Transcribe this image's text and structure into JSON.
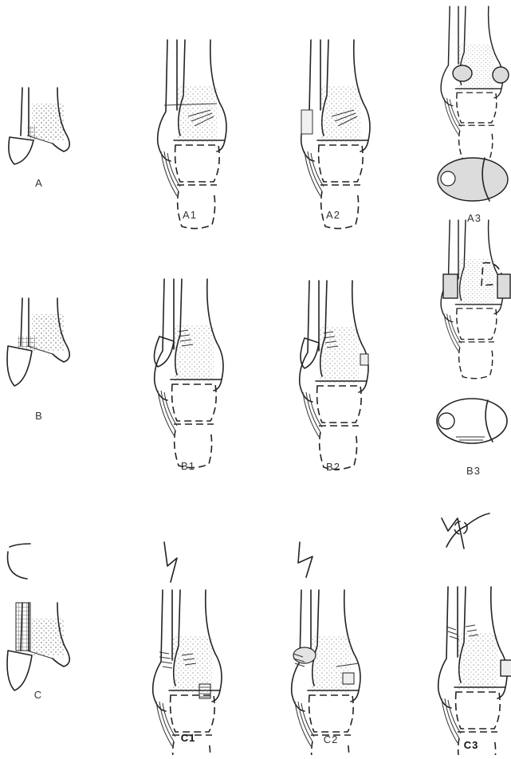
{
  "figure": {
    "labels": {
      "a": "A",
      "a1": "A1",
      "a2": "A2",
      "a3": "A3",
      "b": "B",
      "b1": "B1",
      "b2": "B2",
      "b3": "B3",
      "c": "C",
      "c1": "C1",
      "c2": "C2",
      "c3": "C3"
    }
  }
}
